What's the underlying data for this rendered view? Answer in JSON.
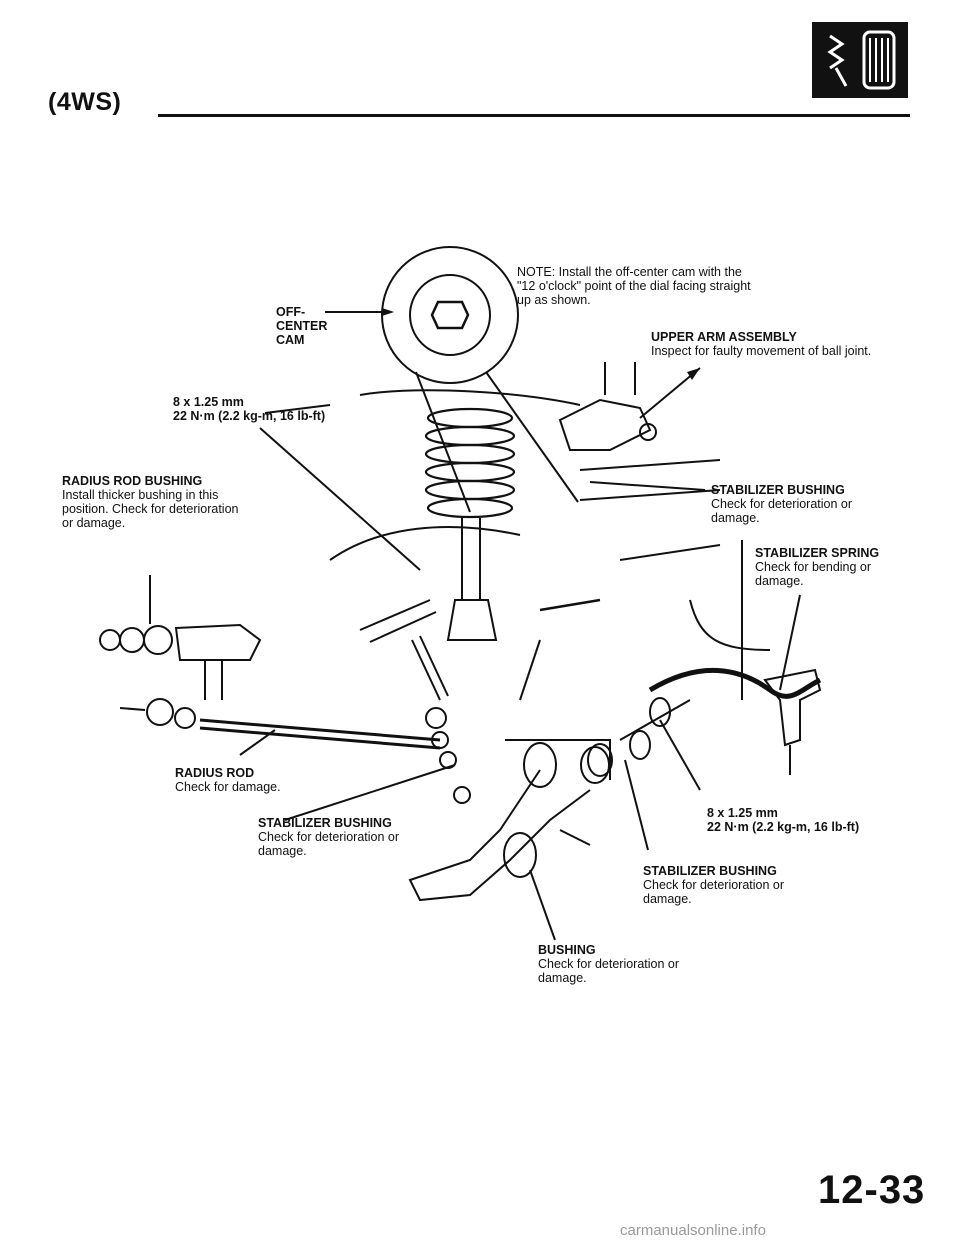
{
  "header": {
    "title": "(4WS)"
  },
  "callouts": {
    "note": "NOTE: Install the off-center cam with the \"12 o'clock\" point of the dial facing straight up as shown.",
    "off_center_cam": "OFF-CENTER CAM",
    "upper_arm": {
      "title": "UPPER ARM ASSEMBLY",
      "desc": "Inspect for faulty movement of ball joint."
    },
    "torque_top": {
      "line1": "8 x 1.25 mm",
      "line2": "22 N·m (2.2 kg-m, 16 lb-ft)"
    },
    "radius_rod_bushing": {
      "title": "RADIUS ROD BUSHING",
      "desc": "Install thicker bushing in this position. Check for deterioration or damage."
    },
    "stabilizer_bushing_upper": {
      "title": "STABILIZER BUSHING",
      "desc": "Check for deterioration or damage."
    },
    "stabilizer_spring": {
      "title": "STABILIZER SPRING",
      "desc": "Check for bending or damage."
    },
    "radius_rod": {
      "title": "RADIUS ROD",
      "desc": "Check for damage."
    },
    "stabilizer_bushing_left": {
      "title": "STABILIZER BUSHING",
      "desc": "Check for deterioration or damage."
    },
    "torque_bottom": {
      "line1": "8 x 1.25 mm",
      "line2": "22 N·m (2.2 kg-m, 16 lb-ft)"
    },
    "stabilizer_bushing_lower": {
      "title": "STABILIZER BUSHING",
      "desc": "Check for deterioration or damage."
    },
    "bushing": {
      "title": "BUSHING",
      "desc": "Check for deterioration or damage."
    }
  },
  "footer": {
    "page_number": "12-33",
    "watermark": "carmanualsonline.info"
  },
  "icons": {
    "section": "shock-absorber-icon"
  }
}
